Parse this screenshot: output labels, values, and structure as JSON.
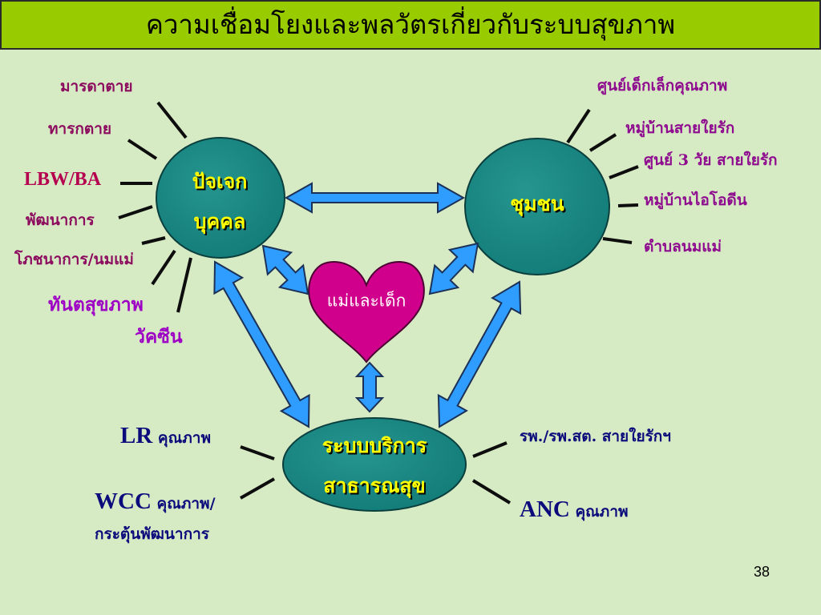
{
  "slide": {
    "title": "ความเชื่อมโยงและพลวัตรเกี่ยวกับระบบสุขภาพ",
    "page_number": "38"
  },
  "diagram": {
    "individual": {
      "line1": "ปัจเจก",
      "line2": "บุคคล"
    },
    "community": {
      "label": "ชุมชน"
    },
    "mother_child": {
      "label": "แม่และเด็ก"
    },
    "health_service": {
      "line1": "ระบบบริการ",
      "line2": "สาธารณสุข"
    },
    "individual_factors": [
      "มารดาตาย",
      "ทารกตาย",
      "LBW/BA",
      "พัฒนาการ",
      "โภชนาการ/นมแม่",
      "ทันตสุขภาพ",
      "วัคซีน"
    ],
    "community_factors": [
      "ศูนย์เด็กเล็กคุณภาพ",
      "หมู่บ้านสายใยรัก",
      "ศูนย์ 3 วัย สายใยรัก",
      "หมู่บ้านไอโอดีน",
      "ตำบลนมแม่"
    ],
    "service_factors": {
      "lr": {
        "abbr": "LR",
        "text": "คุณภาพ"
      },
      "wcc": {
        "abbr": "WCC",
        "text": "คุณภาพ/",
        "line2": "กระตุ้นพัฒนาการ"
      },
      "hospital": "รพ./รพ.สต. สายใยรักฯ",
      "anc": {
        "abbr": "ANC",
        "text": "คุณภาพ"
      }
    }
  },
  "colors": {
    "background": "#d6eac4",
    "title_bar": "#99cc00",
    "node_fill": "#127b77",
    "node_text": "#ffff00",
    "heart_fill": "#d0008c",
    "arrow_fill": "#2e9dff",
    "individual_label": "#8c0b5e",
    "lbw_label": "#b5004f",
    "dental_vaccine_label": "#9d00c4",
    "community_label": "#8e0a8e",
    "service_label": "#0b0b7c"
  }
}
